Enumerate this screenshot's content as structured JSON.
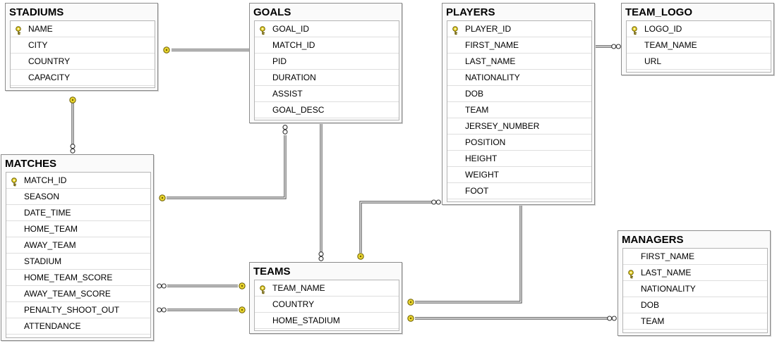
{
  "accent_key_color": "#e8d430",
  "line_color": "#5a5a5a",
  "tables": {
    "stadiums": {
      "title": "STADIUMS",
      "columns": [
        "NAME",
        "CITY",
        "COUNTRY",
        "CAPACITY"
      ],
      "primary_key": "NAME"
    },
    "goals": {
      "title": "GOALS",
      "columns": [
        "GOAL_ID",
        "MATCH_ID",
        "PID",
        "DURATION",
        "ASSIST",
        "GOAL_DESC"
      ],
      "primary_key": "GOAL_ID"
    },
    "players": {
      "title": "PLAYERS",
      "columns": [
        "PLAYER_ID",
        "FIRST_NAME",
        "LAST_NAME",
        "NATIONALITY",
        "DOB",
        "TEAM",
        "JERSEY_NUMBER",
        "POSITION",
        "HEIGHT",
        "WEIGHT",
        "FOOT"
      ],
      "primary_key": "PLAYER_ID"
    },
    "team_logo": {
      "title": "TEAM_LOGO",
      "columns": [
        "LOGO_ID",
        "TEAM_NAME",
        "URL"
      ],
      "primary_key": "LOGO_ID"
    },
    "matches": {
      "title": "MATCHES",
      "columns": [
        "MATCH_ID",
        "SEASON",
        "DATE_TIME",
        "HOME_TEAM",
        "AWAY_TEAM",
        "STADIUM",
        "HOME_TEAM_SCORE",
        "AWAY_TEAM_SCORE",
        "PENALTY_SHOOT_OUT",
        "ATTENDANCE"
      ],
      "primary_key": "MATCH_ID"
    },
    "teams": {
      "title": "TEAMS",
      "columns": [
        "TEAM_NAME",
        "COUNTRY",
        "HOME_STADIUM"
      ],
      "primary_key": "TEAM_NAME"
    },
    "managers": {
      "title": "MANAGERS",
      "columns": [
        "FIRST_NAME",
        "LAST_NAME",
        "NATIONALITY",
        "DOB",
        "TEAM"
      ],
      "primary_key": "LAST_NAME"
    }
  },
  "relationships": [
    {
      "id": "goals-stadiums",
      "from": "GOALS",
      "to": "STADIUMS"
    },
    {
      "id": "stadiums-matches",
      "from": "STADIUMS",
      "to": "MATCHES"
    },
    {
      "id": "goals-matches",
      "from": "GOALS",
      "to": "MATCHES"
    },
    {
      "id": "goals-teams",
      "from": "GOALS",
      "to": "TEAMS"
    },
    {
      "id": "players-teamlogo",
      "from": "PLAYERS",
      "to": "TEAM_LOGO"
    },
    {
      "id": "players-teams-left",
      "from": "PLAYERS",
      "to": "TEAMS"
    },
    {
      "id": "players-teams-right",
      "from": "PLAYERS",
      "to": "TEAMS"
    },
    {
      "id": "matches-teams-1",
      "from": "MATCHES",
      "to": "TEAMS"
    },
    {
      "id": "matches-teams-2",
      "from": "MATCHES",
      "to": "TEAMS"
    },
    {
      "id": "teams-managers",
      "from": "TEAMS",
      "to": "MANAGERS"
    }
  ]
}
